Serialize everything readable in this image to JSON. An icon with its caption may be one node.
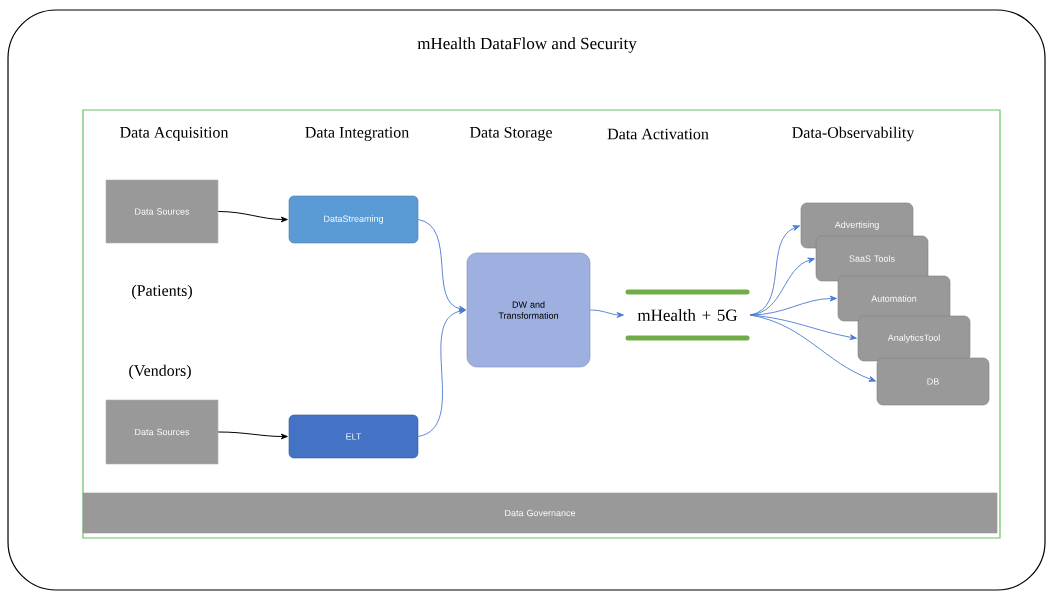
{
  "diagram": {
    "title": "mHealth DataFlow and Security",
    "nodes": [
      {
        "text": [],
        "shape": "box"
      },
      {
        "text": [],
        "shape": "box",
        "in": 0
      },
      {
        "text": [
          "Data Sources"
        ],
        "in": 1
      },
      {
        "text": [
          "DataStreaming"
        ],
        "in": 1
      },
      {
        "text": [
          "Data Sources"
        ],
        "in": 1
      },
      {
        "text": [
          "ELT"
        ],
        "in": 1
      },
      {
        "text": [
          "DW and Transformation"
        ],
        "in": 1
      },
      {
        "text": [
          "mHealth + 5G"
        ],
        "in": 1
      },
      {
        "text": [
          "Advertising"
        ],
        "in": 1
      },
      {
        "text": [
          "SaaS Tools"
        ],
        "in": 1
      },
      {
        "text": [
          "Automation"
        ],
        "in": 1
      },
      {
        "text": [
          "AnalyticsTool"
        ],
        "in": 1
      },
      {
        "text": [
          "DB"
        ],
        "in": 1
      },
      {
        "text": [
          "Data Governance"
        ],
        "in": 1
      }
    ],
    "edges": [
      {
        "from": 2,
        "to": 3,
        "arrow": "to",
        "color": "#000000"
      },
      {
        "from": 4,
        "to": 5,
        "arrow": "to",
        "color": "#000000"
      },
      {
        "from": 3,
        "to": 6,
        "arrow": "to"
      },
      {
        "from": 5,
        "to": 6,
        "arrow": "to"
      },
      {
        "from": 6,
        "to": 7,
        "arrow": "to"
      },
      {
        "from": 7,
        "to": 8,
        "arrow": "to"
      },
      {
        "from": 7,
        "to": 9,
        "arrow": "to"
      },
      {
        "from": 7,
        "to": 10,
        "arrow": "to"
      },
      {
        "from": 7,
        "to": 11,
        "arrow": "to"
      },
      {
        "from": 7,
        "to": 12,
        "arrow": "to"
      }
    ],
    "labels": [
      "Data Acquisition",
      "Data Integration",
      "Data Storage",
      "Data Activation",
      "Data-Observability",
      "(Patients)",
      "(Vendors)"
    ]
  }
}
